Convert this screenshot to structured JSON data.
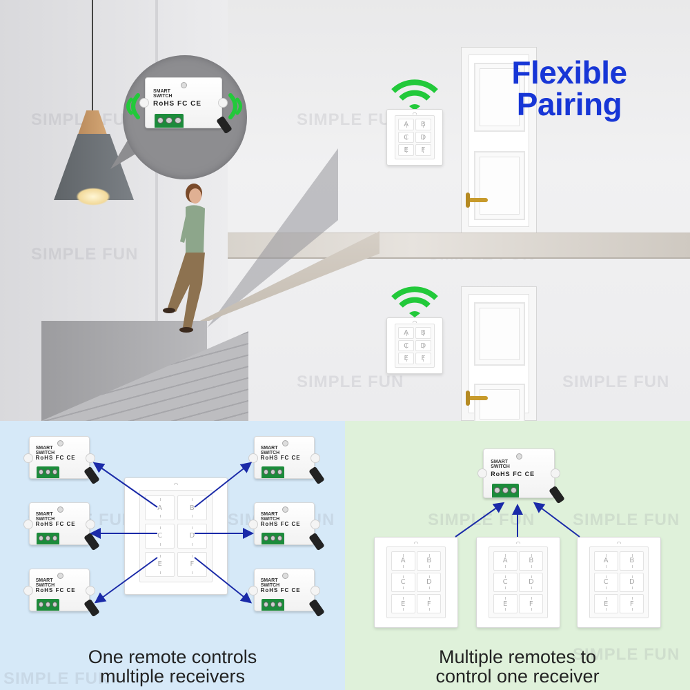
{
  "title": {
    "line1": "Flexible",
    "line2": "Pairing"
  },
  "watermark": "SIMPLE FUN",
  "receiver": {
    "line1": "SMART",
    "line2": "SWITCH",
    "cert": "RoHS FC CE"
  },
  "remote_keys": [
    "A",
    "B",
    "C",
    "D",
    "E",
    "F"
  ],
  "left_caption": {
    "line1": "One remote controls",
    "line2": "multiple receivers"
  },
  "right_caption": {
    "line1": "Multiple remotes to",
    "line2": "control one receiver"
  },
  "colors": {
    "title": "#1736d6",
    "arrow": "#1a2aa8",
    "wifi": "#22c93a",
    "left_bg": "#d6e9f8",
    "right_bg": "#dff1da"
  }
}
